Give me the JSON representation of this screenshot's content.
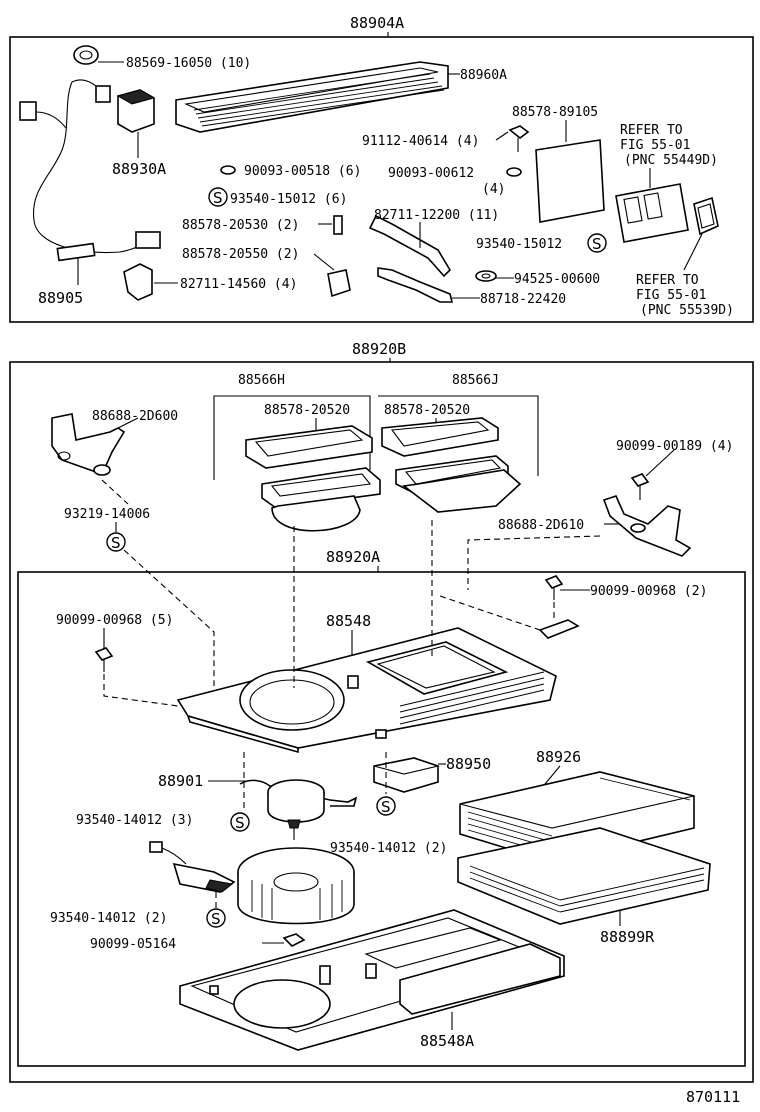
{
  "assemblies": {
    "upper": "88904A",
    "lower": "88920B",
    "inner": "88920A"
  },
  "callouts": {
    "c88569": "88569-16050 (10)",
    "c88960A": "88960A",
    "c88930A": "88930A",
    "c90093_518": "90093-00518 (6)",
    "c93540_15012_6": "93540-15012 (6)",
    "c88578_20530": "88578-20530 (2)",
    "c88578_20550": "88578-20550 (2)",
    "c82711_14560": "82711-14560 (4)",
    "c88905": "88905",
    "c91112": "91112-40614 (4)",
    "c90093_612": "90093-00612",
    "c90093_612_qty": "(4)",
    "c82711_12200": "82711-12200 (11)",
    "c88578_89105": "88578-89105",
    "c93540_15012": "93540-15012",
    "c94525": "94525-00600",
    "c88718": "88718-22420",
    "refer1_a": "REFER TO",
    "refer1_b": "FIG 55-01",
    "refer1_c": "(PNC 55449D)",
    "refer2_a": "REFER TO",
    "refer2_b": "FIG 55-01",
    "refer2_c": "(PNC 55539D)",
    "c88566H": "88566H",
    "c88566J": "88566J",
    "c88578_20520_a": "88578-20520",
    "c88578_20520_b": "88578-20520",
    "c88688_2D600": "88688-2D600",
    "c93219": "93219-14006",
    "c90099_189": "90099-00189 (4)",
    "c88688_2D610": "88688-2D610",
    "c90099_968_2": "90099-00968 (2)",
    "c90099_968_5": "90099-00968 (5)",
    "c88548": "88548",
    "c88901": "88901",
    "c88950": "88950",
    "c88926": "88926",
    "c93540_14012_3": "93540-14012 (3)",
    "c93540_14012_2a": "93540-14012 (2)",
    "c93540_14012_2b": "93540-14012 (2)",
    "c90099_05164": "90099-05164",
    "c88899R": "88899R",
    "c88548A": "88548A",
    "figure_no": "870111"
  },
  "symbols": {
    "s_mark": "S"
  }
}
